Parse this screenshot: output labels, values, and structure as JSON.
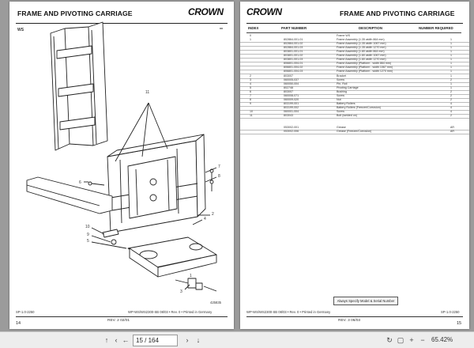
{
  "left_page": {
    "title": "FRAME AND PIVOTING CARRIAGE",
    "logo": "CROWN",
    "model": "WS",
    "footer_left": "SP-1.0-2250",
    "footer_center_rev": "REV. 2 02/01",
    "footer_code": "WP-WS/WS2300-SB 08/03 • Rev. 0 • Printed in Germany",
    "page_number": "14",
    "callouts": [
      "11",
      "7",
      "8",
      "6",
      "2",
      "4",
      "10",
      "9",
      "5",
      "3",
      "1"
    ],
    "figure_id": "425835"
  },
  "right_page": {
    "title": "FRAME AND PIVOTING CARRIAGE",
    "logo": "CROWN",
    "columns": [
      "INDEX",
      "PART NUMBER",
      "DESCRIPTION",
      "NUMBER REQUIRED"
    ],
    "rows": [
      {
        "index": "0",
        "part": "",
        "desc": "Frame WS",
        "qty": ""
      },
      {
        "index": "1",
        "part": "802864-001-01",
        "desc": "Frame Assembly (1.35 width 864 mm)",
        "qty": "1"
      },
      {
        "index": "",
        "part": "802864-001-02",
        "desc": "Frame Assembly (1.35 width 1067 mm)",
        "qty": "1"
      },
      {
        "index": "",
        "part": "802864-001-03",
        "desc": "Frame Assembly (1.35 width 1270 mm)",
        "qty": "1"
      },
      {
        "index": "",
        "part": "803801-001-01",
        "desc": "Frame Assembly (1.80 width 864 mm)",
        "qty": "1"
      },
      {
        "index": "",
        "part": "803801-001-02",
        "desc": "Frame Assembly (1.80 width 1067 mm)",
        "qty": "1"
      },
      {
        "index": "",
        "part": "803801-001-03",
        "desc": "Frame Assembly (1.80 width 1270 mm)",
        "qty": "1"
      },
      {
        "index": "",
        "part": "806801-004-01",
        "desc": "Frame Assembly (Platform - width 864 mm)",
        "qty": "1"
      },
      {
        "index": "",
        "part": "806801-004-02",
        "desc": "Frame Assembly (Platform - width 1067 mm)",
        "qty": "1"
      },
      {
        "index": "",
        "part": "806801-004-03",
        "desc": "Frame Assembly (Platform - width 1270 mm)",
        "qty": "1"
      },
      {
        "index": "2",
        "part": "803007",
        "desc": "Bracket",
        "qty": "1"
      },
      {
        "index": "3",
        "part": "060005-037",
        "desc": "Screw",
        "qty": "2"
      },
      {
        "index": "4",
        "part": "060050-004",
        "desc": "Pin, Roll",
        "qty": "1"
      },
      {
        "index": "5",
        "part": "802748",
        "desc": "Pivoting Carriage",
        "qty": "1"
      },
      {
        "index": "6",
        "part": "803007",
        "desc": "Bushing",
        "qty": "2"
      },
      {
        "index": "7",
        "part": "060008-071",
        "desc": "Screw",
        "qty": "2"
      },
      {
        "index": "8",
        "part": "060009-020",
        "desc": "Nut",
        "qty": "2"
      },
      {
        "index": "9",
        "part": "803199-001",
        "desc": "Battery Rollers",
        "qty": "4"
      },
      {
        "index": "",
        "part": "803199-002",
        "desc": "Battery Rollers (Freezer/Corrosion)",
        "qty": "4"
      },
      {
        "index": "10",
        "part": "060001-004",
        "desc": "Screw",
        "qty": "4"
      },
      {
        "index": "11",
        "part": "803043",
        "desc": "Bolt (welded on)",
        "qty": "2"
      },
      {
        "index": "",
        "part": "",
        "desc": "",
        "qty": ""
      },
      {
        "index": "",
        "part": "",
        "desc": "",
        "qty": ""
      },
      {
        "index": "",
        "part": "053002-001",
        "desc": "Grease",
        "qty": "AR"
      },
      {
        "index": "",
        "part": "053002-006",
        "desc": "Grease (Freezer/Corrosion)",
        "qty": "AR"
      }
    ],
    "serial_button_label": "Always Specify Model & Serial Number",
    "footer_left": "WP-WS/WS2300-SB 08/03 • Rev. 0 • Printed in Germany",
    "footer_center_rev": "REV. 3 06/03",
    "footer_right": "SP-1.0-2250",
    "page_number": "15"
  },
  "toolbar": {
    "page_value": "15 / 164",
    "zoom_value": "65.42%",
    "icons": [
      "first-page-icon",
      "prev-page-icon",
      "next-page-icon",
      "last-page-icon",
      "rotate-icon",
      "zoom-in-icon",
      "zoom-out-icon"
    ]
  }
}
